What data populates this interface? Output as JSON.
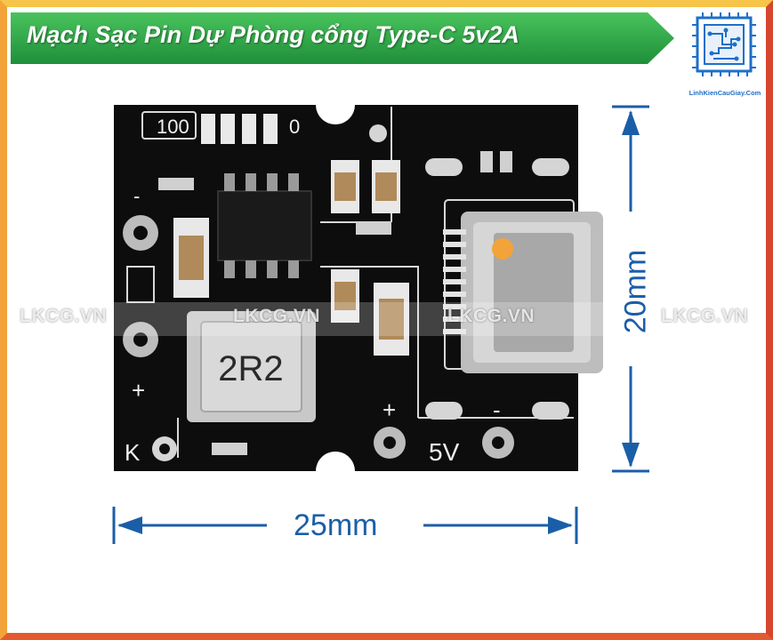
{
  "banner": {
    "title": "Mạch Sạc Pin Dự Phòng cổng Type-C 5v2A"
  },
  "logo": {
    "text": "LinhKienCauGiay.Com",
    "icon": "circuit-chip-icon",
    "color": "#1d6fc9"
  },
  "watermarks": [
    "LKCG.VN",
    "LKCG.VN",
    "LKCG.VN",
    "LKCG.VN"
  ],
  "board_labels": {
    "silk_top": "100",
    "silk_zero": "0",
    "inductor": "2R2",
    "plus_left": "+",
    "minus_left": "-",
    "k_label": "K",
    "plus_out": "+",
    "minus_out": "-",
    "out_label": "5V"
  },
  "dimensions": {
    "width": "25mm",
    "height": "20mm"
  },
  "colors": {
    "banner": "#2fa84a",
    "dimension": "#1b5ea8",
    "pcb": "#0d0d0d"
  }
}
